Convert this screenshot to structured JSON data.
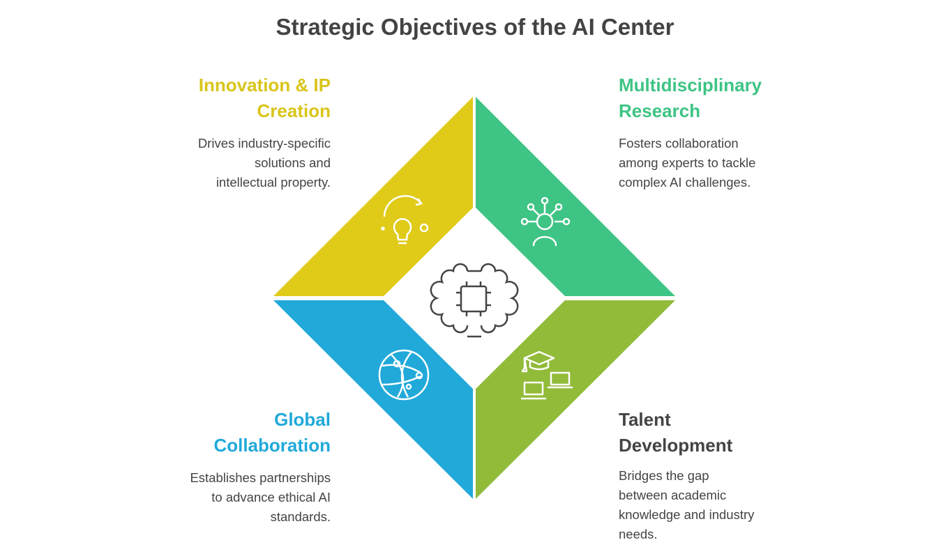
{
  "title": "Strategic Objectives of the AI Center",
  "colors": {
    "innovation": "#dfcb18",
    "research": "#3ec484",
    "global": "#21a9d9",
    "talent": "#92bb3a",
    "text": "#444444"
  },
  "quadrants": {
    "innovation": {
      "title_lines": [
        "Innovation & IP",
        "Creation"
      ],
      "body_lines": [
        "Drives industry-specific",
        "solutions and",
        "intellectual property."
      ],
      "icon": "lightbulb-icon"
    },
    "research": {
      "title_lines": [
        "Multidisciplinary",
        "Research"
      ],
      "body_lines": [
        "Fosters collaboration",
        "among experts to tackle",
        "complex AI challenges."
      ],
      "icon": "network-person-icon"
    },
    "global": {
      "title_lines": [
        "Global",
        "Collaboration"
      ],
      "body_lines": [
        "Establishes partnerships",
        "to advance ethical AI",
        "standards."
      ],
      "icon": "globe-network-icon"
    },
    "talent": {
      "title_lines": [
        "Talent",
        "Development"
      ],
      "body_lines": [
        "Bridges the gap",
        "between academic",
        "knowledge and industry",
        "needs."
      ],
      "icon": "graduation-laptops-icon"
    }
  },
  "center_icon": "brain-chip-icon"
}
